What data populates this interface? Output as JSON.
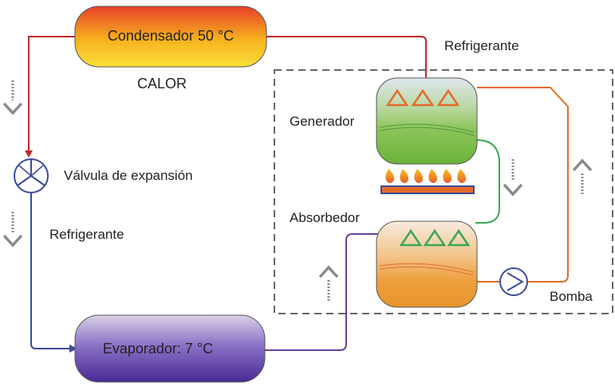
{
  "labels": {
    "condenser": "Condensador 50 °C",
    "heat": "CALOR",
    "refrigerant_top": "Refrigerante",
    "generator": "Generador",
    "expansion_valve": "Válvula de expansión",
    "refrigerant_left": "Refrigerante",
    "absorber": "Absorbedor",
    "pump": "Bomba",
    "evaporator": "Evaporador: 7 °C"
  },
  "colors": {
    "refrigerant_hot": "#c1272d",
    "refrigerant_cold": "#3b4a9a",
    "solution_strong": "#e36b2c",
    "solution_weak": "#3aa655",
    "absorber_line": "#6a3f9b",
    "flow_arrow": "#8a8a8a",
    "dashed_box": "#666666"
  },
  "icons": {
    "expansion_valve": "expansion-valve-icon",
    "pump": "pump-icon",
    "flame": "flame-icon",
    "flow_arrow_down": "down-arrow-icon",
    "flow_arrow_up": "up-arrow-icon"
  }
}
